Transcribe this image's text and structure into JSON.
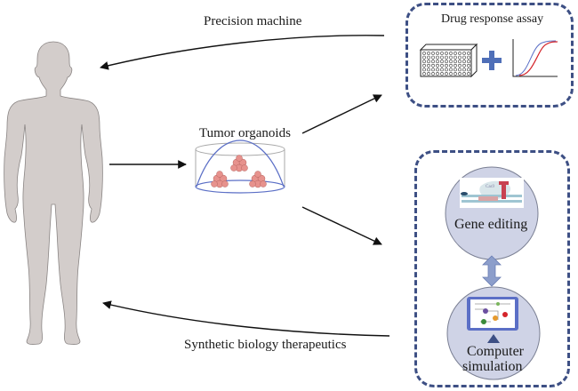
{
  "diagram": {
    "labels": {
      "precision_machine": "Precision machine",
      "tumor_organoids": "Tumor organoids",
      "synthetic_biology": "Synthetic biology therapeutics",
      "drug_response_assay": "Drug response assay",
      "gene_editing": "Gene editing",
      "computer_simulation_line1": "Computer",
      "computer_simulation_line2": "simulation",
      "cas9": "Cas9"
    },
    "colors": {
      "box_border": "#3d4f84",
      "human_fill": "#d3cdcb",
      "circle_fill": "#cfd3e6",
      "curve_blue": "#5b6fc6",
      "curve_red": "#d4242a",
      "plus": "#4f6fb8",
      "organoid": "#e7928d"
    }
  }
}
